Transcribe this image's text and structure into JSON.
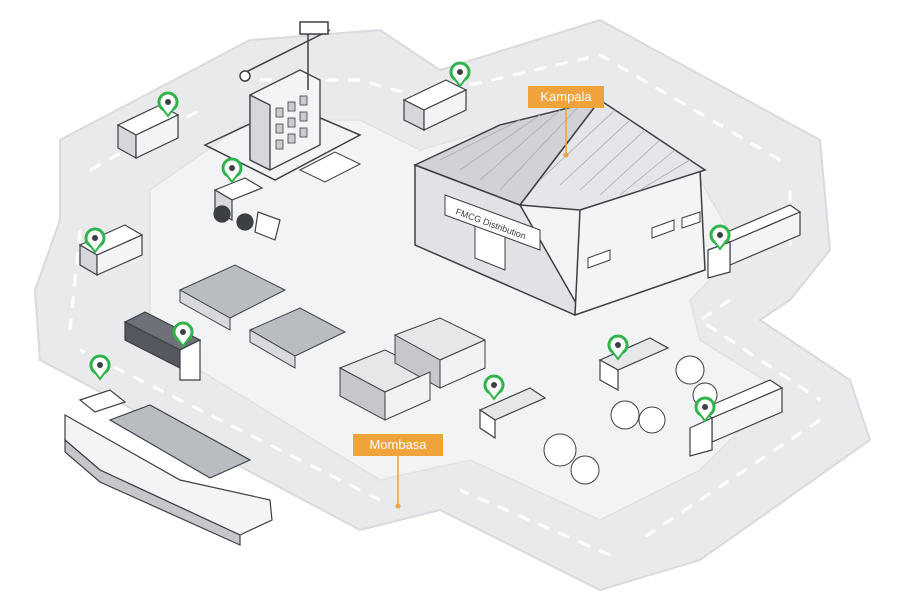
{
  "colors": {
    "background": "#ffffff",
    "ground": "#e9eaec",
    "ground_edge": "#d5d7da",
    "road_marking": "#ffffff",
    "outline": "#3c3f44",
    "building_light": "#f3f4f5",
    "building_shade": "#c9cbcf",
    "accent_orange": "#f0a33a",
    "tracker_green": "#2fb34a"
  },
  "warehouse": {
    "sign": "FMCG Distribution"
  },
  "locations": [
    {
      "id": "kampala",
      "label": "Kampala"
    },
    {
      "id": "mombasa",
      "label": "Mombasa"
    }
  ],
  "tracked_assets": [
    {
      "id": "truck-top-left",
      "icon": "gps-tracker-icon"
    },
    {
      "id": "truck-top-center",
      "icon": "gps-tracker-icon"
    },
    {
      "id": "bulldozer",
      "icon": "gps-tracker-icon"
    },
    {
      "id": "dump-truck",
      "icon": "gps-tracker-icon"
    },
    {
      "id": "container-truck",
      "icon": "gps-tracker-icon"
    },
    {
      "id": "ship",
      "icon": "gps-tracker-icon"
    },
    {
      "id": "flatbed-truck-center",
      "icon": "gps-tracker-icon"
    },
    {
      "id": "flatbed-truck-right",
      "icon": "gps-tracker-icon"
    },
    {
      "id": "semi-truck-upper-right",
      "icon": "gps-tracker-icon"
    },
    {
      "id": "semi-truck-lower-right",
      "icon": "gps-tracker-icon"
    }
  ]
}
